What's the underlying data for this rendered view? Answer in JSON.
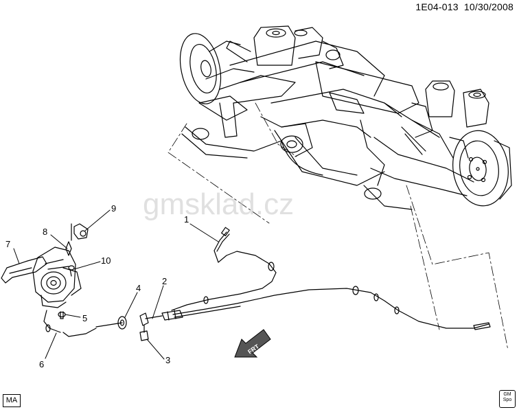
{
  "header": {
    "code": "1E04-013",
    "date": "10/30/2008"
  },
  "watermark": "gmsklad.cz",
  "callouts": [
    "1",
    "2",
    "3",
    "4",
    "5",
    "6",
    "7",
    "8",
    "9",
    "10"
  ],
  "arrow_label": "FRT",
  "corner_left": "MA",
  "corner_right": {
    "top": "GM",
    "bottom": "Spo"
  },
  "colors": {
    "line": "#000000",
    "watermark": "#c8c8c8",
    "background": "#ffffff"
  }
}
